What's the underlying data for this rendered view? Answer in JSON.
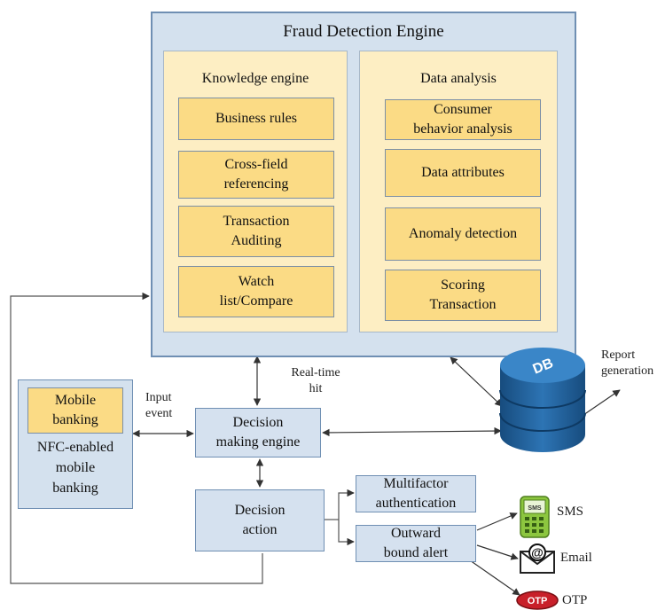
{
  "engine": {
    "title": "Fraud Detection Engine",
    "knowledge": {
      "title": "Knowledge engine",
      "items": [
        "Business rules",
        "Cross-field\nreferencing",
        "Transaction\nAuditing",
        "Watch\nlist/Compare"
      ]
    },
    "analysis": {
      "title": "Data analysis",
      "items": [
        "Consumer\nbehavior analysis",
        "Data attributes",
        "Anomaly detection",
        "Scoring\nTransaction"
      ]
    }
  },
  "mobile": {
    "inner": "Mobile\nbanking",
    "outer": "NFC-enabled\nmobile\nbanking"
  },
  "labels": {
    "input_event": "Input\nevent",
    "realtime_hit": "Real-time\nhit",
    "report": "Report\ngeneration"
  },
  "decision_engine": "Decision\nmaking engine",
  "decision_action": "Decision\naction",
  "multifactor": "Multifactor\nauthentication",
  "outward": "Outward\nbound alert",
  "db_label": "DB",
  "channels": {
    "sms": "SMS",
    "email": "Email",
    "otp": "OTP"
  },
  "icon_text": {
    "sms": "SMS",
    "otp": "OTP"
  },
  "colors": {
    "panel_blue": "#d4e1ee",
    "panel_cream": "#fdeec3",
    "box_yellow": "#fbdb85",
    "db_blue": "#1f5f99",
    "otp_red": "#c8202a",
    "phone_green": "#8cc63f"
  }
}
